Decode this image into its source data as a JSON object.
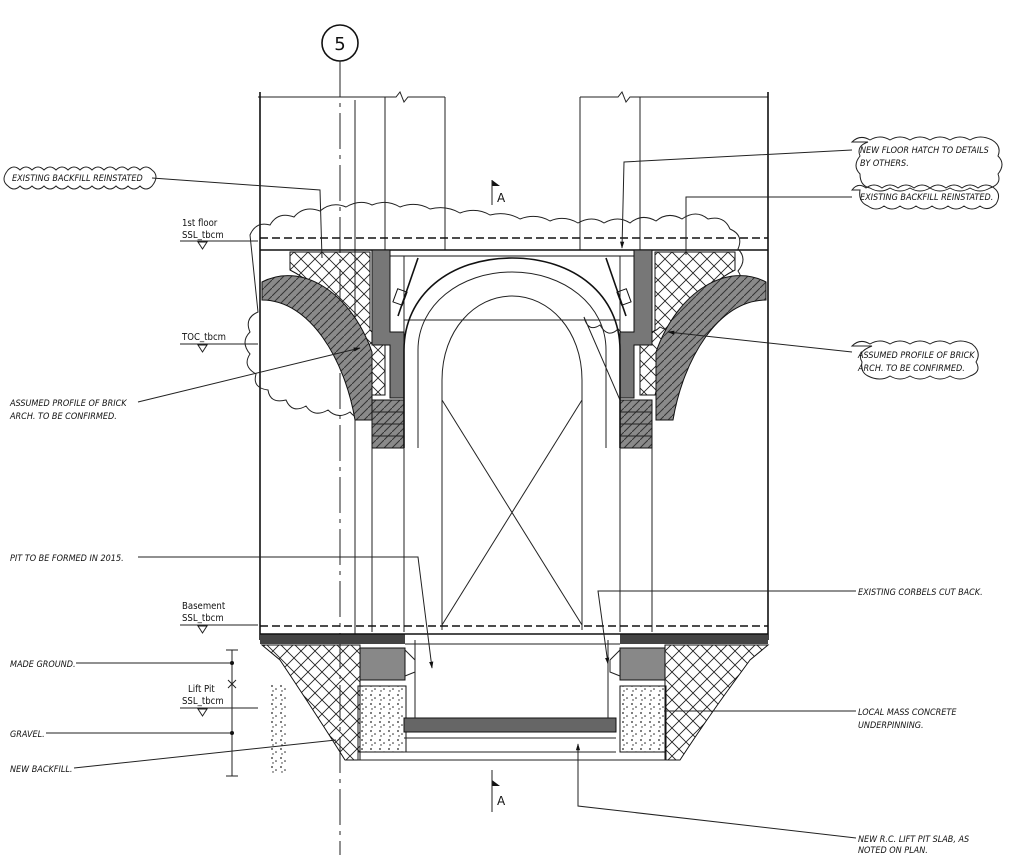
{
  "grid_label": "5",
  "section_marks": {
    "top": "A",
    "bottom": "A"
  },
  "levels": {
    "first_floor": [
      "1st floor",
      "SSL_tbcm"
    ],
    "toc": "TOC_tbcm",
    "basement": [
      "Basement",
      "SSL_tbcm"
    ],
    "lift_pit": [
      "Lift Pit",
      "SSL_tbcm"
    ]
  },
  "left_notes": {
    "existing_backfill": "EXISTING BACKFILL REINSTATED",
    "assumed_profile": [
      "ASSUMED PROFILE OF BRICK",
      "ARCH. TO BE CONFIRMED."
    ],
    "pit_formed": "PIT TO BE FORMED IN 2015.",
    "made_ground": "MADE GROUND.",
    "gravel": "GRAVEL.",
    "new_backfill": "NEW BACKFILL."
  },
  "right_notes": {
    "floor_hatch": [
      "NEW FLOOR HATCH TO DETAILS",
      "BY OTHERS."
    ],
    "existing_backfill": "EXISTING BACKFILL REINSTATED.",
    "assumed_profile": [
      "ASSUMED PROFILE OF BRICK",
      "ARCH. TO BE CONFIRMED."
    ],
    "existing_corbels": "EXISTING CORBELS CUT BACK.",
    "local_mass_concrete": [
      "LOCAL MASS CONCRETE",
      "UNDERPINNING."
    ],
    "lift_pit_slab": [
      "NEW R.C. LIFT PIT SLAB, AS",
      "NOTED ON PLAN."
    ]
  }
}
